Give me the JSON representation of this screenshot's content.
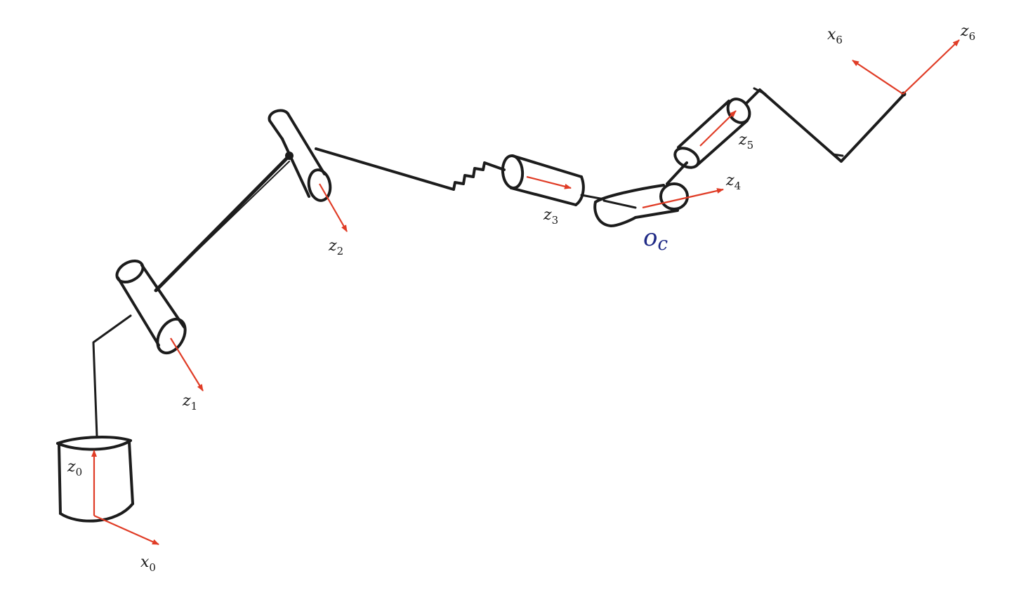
{
  "colors": {
    "link": "#1c1c1c",
    "axis": "#e03c26",
    "label": "#1a1a1a",
    "center": "#1f2a86"
  },
  "labels": {
    "z0": {
      "base": "z",
      "sub": "0"
    },
    "x0": {
      "base": "x",
      "sub": "0"
    },
    "z1": {
      "base": "z",
      "sub": "1"
    },
    "z2": {
      "base": "z",
      "sub": "2"
    },
    "z3": {
      "base": "z",
      "sub": "3"
    },
    "z4": {
      "base": "z",
      "sub": "4"
    },
    "z5": {
      "base": "z",
      "sub": "5"
    },
    "x6": {
      "base": "x",
      "sub": "6"
    },
    "z6": {
      "base": "z",
      "sub": "6"
    },
    "oc": {
      "base": "o",
      "sub": "c"
    }
  }
}
